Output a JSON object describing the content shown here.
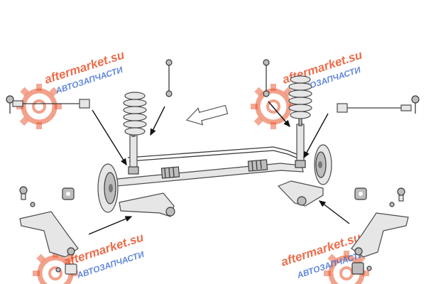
{
  "watermark": {
    "brand": "aftermarket.su",
    "tagline": "АВТОЗАПЧАСТИ",
    "brand_color": "#e8542c",
    "tagline_color": "#3b6bd1"
  },
  "diagram": {
    "style": "exploded rear suspension assembly line drawing",
    "icons": [
      "coil-spring-icon",
      "shock-absorber-icon",
      "stabilizer-link-icon",
      "tie-rod-icon",
      "control-arm-icon",
      "ball-joint-icon",
      "bushing-icon",
      "brake-disc-icon",
      "direction-arrow-icon",
      "gear-logo-icon"
    ]
  }
}
